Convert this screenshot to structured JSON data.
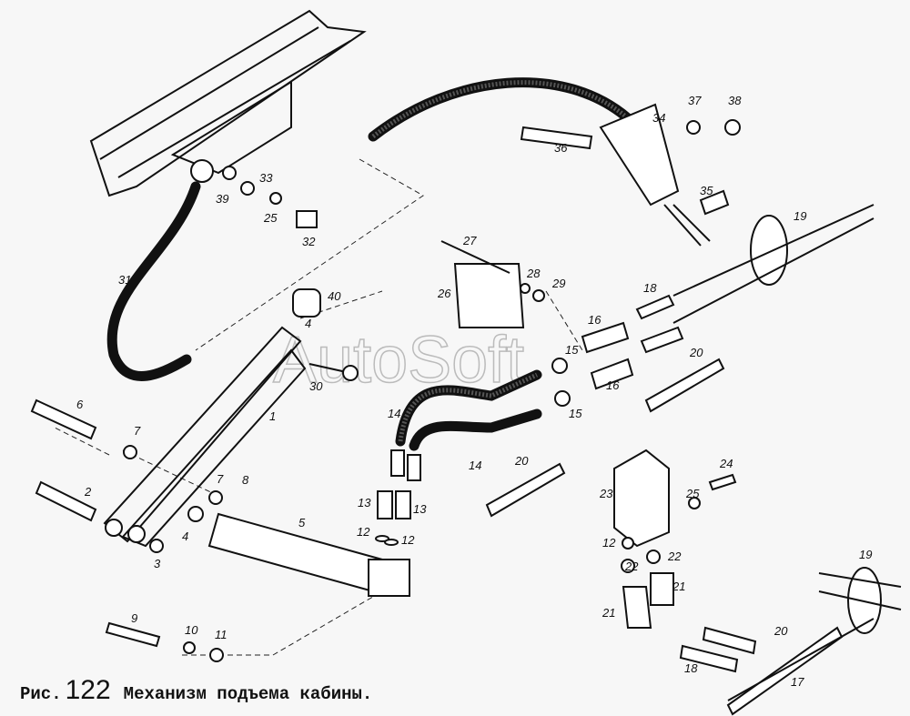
{
  "figure": {
    "prefix": "Рис.",
    "number": "122",
    "title": "Механизм подъема кабины."
  },
  "watermark": "AutoSoft",
  "labels": [
    "39",
    "33",
    "25",
    "32",
    "31",
    "40",
    "4",
    "30",
    "1",
    "6",
    "7",
    "7",
    "8",
    "2",
    "3",
    "4",
    "5",
    "9",
    "10",
    "11",
    "27",
    "26",
    "28",
    "29",
    "36",
    "34",
    "37",
    "38",
    "35",
    "19",
    "18",
    "16",
    "16",
    "15",
    "15",
    "20",
    "14",
    "14",
    "20",
    "13",
    "13",
    "12",
    "12",
    "23",
    "24",
    "25",
    "12",
    "22",
    "22",
    "21",
    "21",
    "18",
    "19",
    "20",
    "17"
  ]
}
